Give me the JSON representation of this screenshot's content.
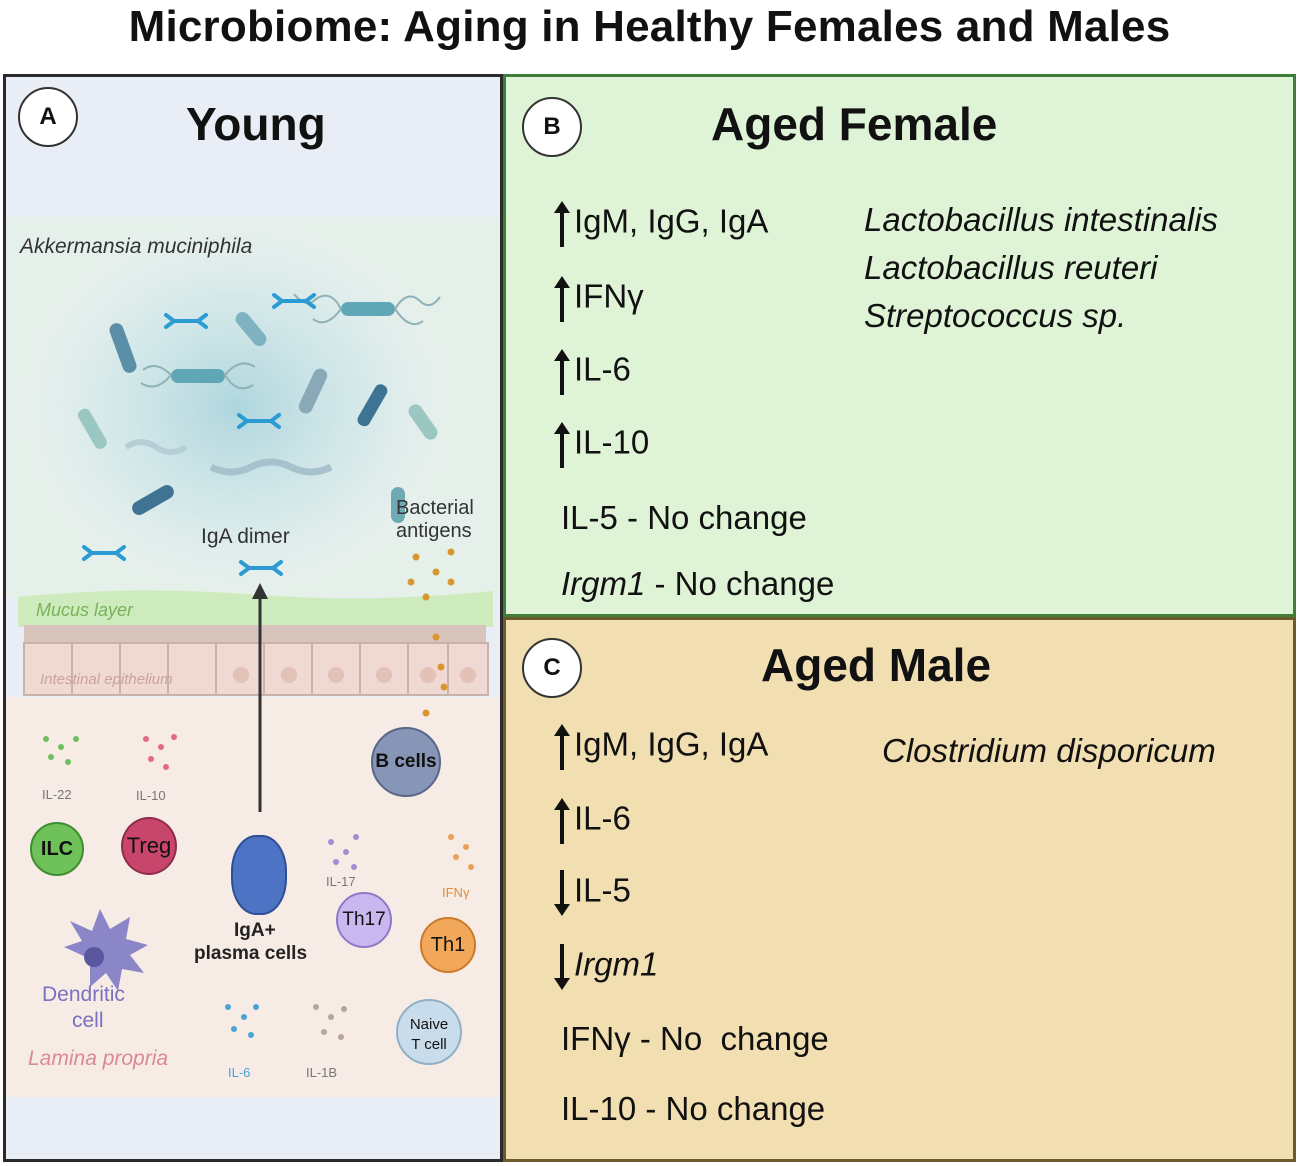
{
  "title": "Microbiome: Aging in Healthy Females and Males",
  "panel_a": {
    "badge": "A",
    "heading": "Young",
    "bacterium_label": "Akkermansia muciniphila",
    "bacterial_antigens": [
      "Bacterial",
      "antigens"
    ],
    "iga_dimer": "IgA dimer",
    "mucus_layer": "Mucus layer",
    "intestinal_epithelium": "Intestinal epithelium",
    "cytokines": {
      "il22": "IL-22",
      "il10": "IL-10",
      "il17": "IL-17",
      "ifng": "IFNγ",
      "il6": "IL-6",
      "il1b": "IL-1B"
    },
    "cells": {
      "ilc": "ILC",
      "treg": "Treg",
      "b_cells": "B cells",
      "th17": "Th17",
      "th1": "Th1",
      "plasma": [
        "IgA+",
        "plasma cells"
      ],
      "dendritic": [
        "Dendritic",
        "cell"
      ],
      "naive": [
        "Naive",
        "T cell"
      ]
    },
    "lamina_propria": "Lamina propria"
  },
  "panel_b": {
    "badge": "B",
    "heading": "Aged Female",
    "changes": [
      {
        "direction": "up",
        "label": "IgM, IgG, IgA"
      },
      {
        "direction": "up",
        "label": "IFNγ"
      },
      {
        "direction": "up",
        "label": "IL-6"
      },
      {
        "direction": "up",
        "label": "IL-10"
      }
    ],
    "no_change": [
      {
        "gene": "",
        "text": "IL-5 - No change"
      },
      {
        "gene": "Irgm1",
        "text": " - No change"
      }
    ],
    "species": [
      "Lactobacillus intestinalis",
      "Lactobacillus reuteri",
      "Streptococcus sp."
    ]
  },
  "panel_c": {
    "badge": "C",
    "heading": "Aged Male",
    "changes": [
      {
        "direction": "up",
        "label": "IgM, IgG, IgA"
      },
      {
        "direction": "up",
        "label": "IL-6"
      },
      {
        "direction": "down",
        "label": "IL-5"
      },
      {
        "direction": "down",
        "label": "Irgm1",
        "italic": true
      }
    ],
    "no_change": [
      {
        "gene": "",
        "text": "IFNγ - No  change"
      },
      {
        "gene": "",
        "text": "IL-10 - No change"
      }
    ],
    "species": [
      "Clostridium disporicum"
    ]
  },
  "colors": {
    "panel_a_bg": "#e9eef6",
    "panel_b_bg": "#dff3d6",
    "panel_b_border": "#3f7d3a",
    "panel_c_bg": "#f1deb1",
    "mucus": "#c9eab3",
    "epithelium": "#f0d9d2",
    "lamina": "#f7ebe6",
    "bacteria": "#5b8fa8",
    "antibody": "#2d9bd3"
  }
}
